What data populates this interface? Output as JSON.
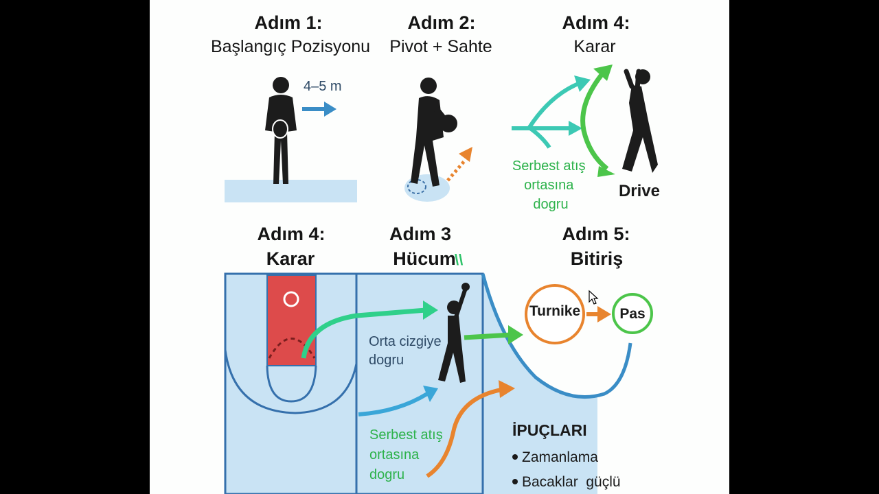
{
  "steps": {
    "step1": {
      "title": "Adım 1:",
      "subtitle": "Başlangıç Pozisyonu",
      "distance": "4–5 m"
    },
    "step2": {
      "title": "Adım 2:",
      "subtitle": "Pivot + Sahte"
    },
    "step4_top": {
      "title": "Adım 4:",
      "subtitle": "Karar",
      "option_left": [
        "Serbest atış",
        "ortasına",
        "dogru"
      ],
      "option_right": "Drive"
    },
    "step4_court": {
      "title": "Adım 4:",
      "subtitle": "Karar"
    },
    "step3": {
      "title": "Adım 3",
      "subtitle": "Hücum",
      "mark": "\\\\",
      "direction": [
        "Orta cizgiye",
        "dogru"
      ],
      "free_throw": [
        "Serbest atış",
        "ortasına",
        "dogru"
      ]
    },
    "step5": {
      "title": "Adım 5:",
      "subtitle": "Bitiriş",
      "circle_left": "Turnike",
      "circle_right": "Pas"
    }
  },
  "tips": {
    "heading": "İPUÇLARI",
    "items": [
      "Zamanlama",
      "Bacaklar  güçlü"
    ]
  },
  "colors": {
    "blue": "#3a8dc6",
    "green": "#2fc36a",
    "teal": "#3cc9b4",
    "orange": "#e8842e",
    "red": "#dd4b4b",
    "court": "#c9e3f4"
  },
  "icons": {
    "cursor": "move-cursor-icon"
  }
}
